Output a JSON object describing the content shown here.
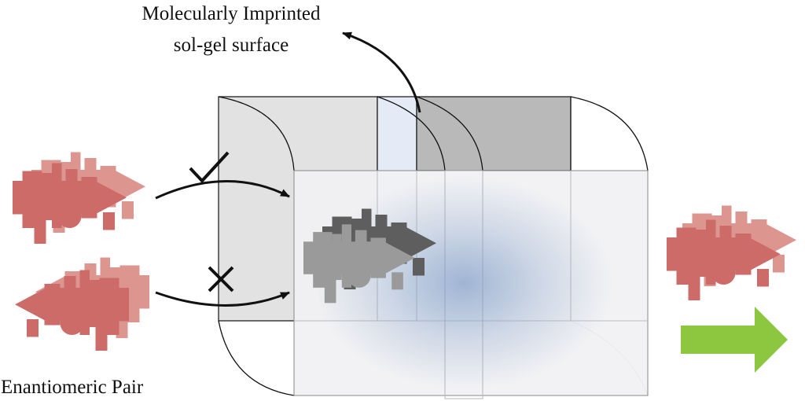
{
  "labels": {
    "surface_line1": "Molecularly Imprinted",
    "surface_line2": "sol-gel surface",
    "pair": "Enantiomeric Pair"
  },
  "colors": {
    "molecule_front": "#cc6b68",
    "molecule_back": "#dd9590",
    "template_front": "#9a9a9a",
    "template_back": "#5e5e5e",
    "box_back": "#e2e2e2",
    "box_dark": "#b9b9b9",
    "box_front": "#f1f1f3",
    "blue_band": "#e5ebf6",
    "glow": "#7d9bc6",
    "output_arrow": "#8dc63f"
  },
  "symbols": {
    "accepted": "check-mark",
    "rejected": "cross-mark"
  }
}
